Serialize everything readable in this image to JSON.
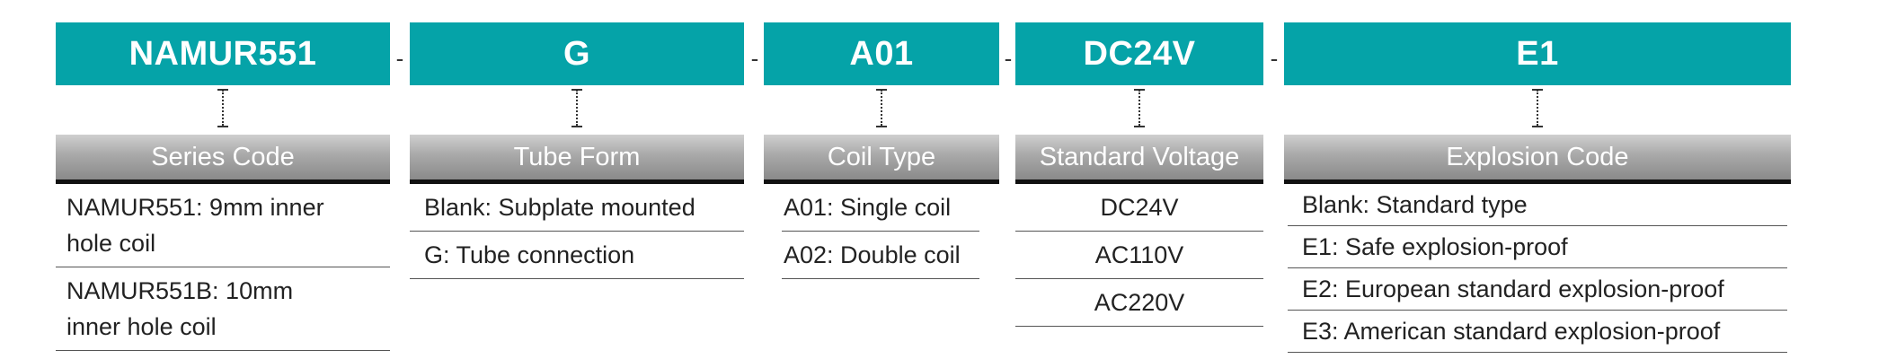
{
  "columns": [
    {
      "code": "NAMUR551",
      "label": "Series Code",
      "options": [
        "NAMUR551: 9mm inner hole coil",
        "NAMUR551B: 10mm inner hole coil"
      ]
    },
    {
      "code": "G",
      "label": "Tube Form",
      "options": [
        "Blank: Subplate mounted",
        "G: Tube connection"
      ]
    },
    {
      "code": "A01",
      "label": "Coil Type",
      "options": [
        "A01: Single coil",
        "A02: Double coil"
      ]
    },
    {
      "code": "DC24V",
      "label": "Standard Voltage",
      "options": [
        "DC24V",
        "AC110V",
        "AC220V"
      ]
    },
    {
      "code": "E1",
      "label": "Explosion Code",
      "options": [
        "Blank: Standard type",
        "E1: Safe explosion-proof",
        "E2: European standard explosion-proof",
        "E3: American standard explosion-proof"
      ]
    }
  ],
  "separator": "-",
  "colors": {
    "code_box": "#05a3a8",
    "label_box": "#a0a0a0"
  }
}
